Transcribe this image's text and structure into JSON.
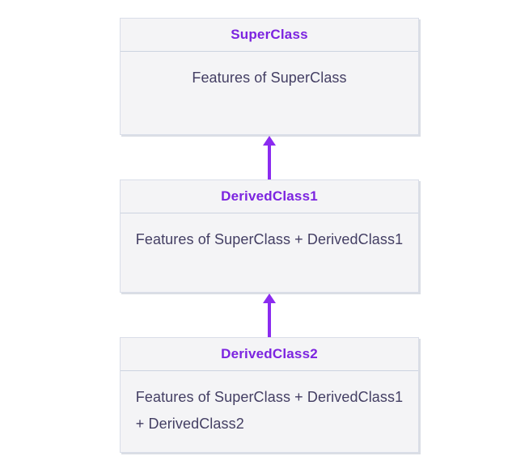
{
  "diagram": {
    "colors": {
      "background": "#ffffff",
      "box_fill": "#f4f4f6",
      "box_border": "#d9dde8",
      "divider": "#ccd3e0",
      "header_text": "#7c24e0",
      "body_text": "#433e63",
      "arrow": "#8b2bf0"
    },
    "nodes": [
      {
        "title": "SuperClass",
        "body": "Features of SuperClass"
      },
      {
        "title": "DerivedClass1",
        "body": "Features of SuperClass + DerivedClass1"
      },
      {
        "title": "DerivedClass2",
        "body": "Features of SuperClass + DerivedClass1\n+ DerivedClass2"
      }
    ],
    "arrows": [
      {
        "from": "DerivedClass1",
        "to": "SuperClass",
        "direction": "up"
      },
      {
        "from": "DerivedClass2",
        "to": "DerivedClass1",
        "direction": "up"
      }
    ]
  }
}
